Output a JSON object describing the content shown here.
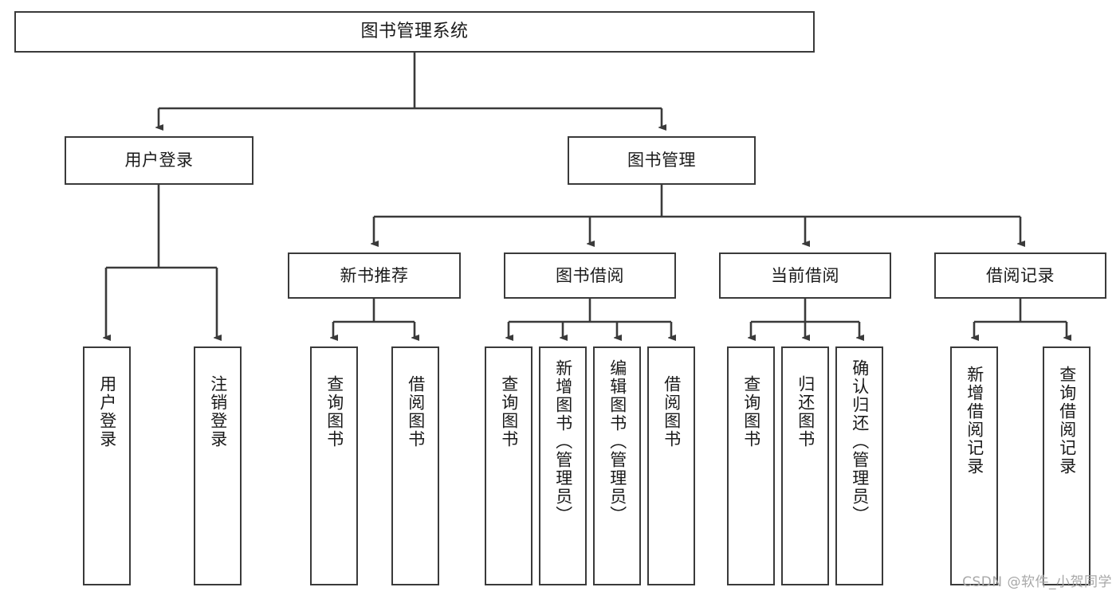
{
  "diagram": {
    "title": "图书管理系统",
    "type": "hierarchy-tree",
    "orientation": "top-down",
    "levels": 4,
    "colors": {
      "background": "#ffffff",
      "node_fill": "#ffffff",
      "node_border": "#3a3a3a",
      "edge": "#3a3a3a",
      "text": "#1a1a1a",
      "watermark": "#a8a8a8"
    }
  },
  "root": {
    "label": "图书管理系统"
  },
  "level1": [
    {
      "id": "user-login",
      "label": "用户登录"
    },
    {
      "id": "book-management",
      "label": "图书管理"
    }
  ],
  "level2": [
    {
      "id": "new-book-recommend",
      "label": "新书推荐",
      "parent": "book-management"
    },
    {
      "id": "book-borrow",
      "label": "图书借阅",
      "parent": "book-management"
    },
    {
      "id": "current-borrow",
      "label": "当前借阅",
      "parent": "book-management"
    },
    {
      "id": "borrow-record",
      "label": "借阅记录",
      "parent": "book-management"
    }
  ],
  "leaves": [
    {
      "id": "leaf-user-login",
      "label": "用户登录",
      "parent": "user-login"
    },
    {
      "id": "leaf-user-logout",
      "label": "注销登录",
      "parent": "user-login"
    },
    {
      "id": "leaf-query-book-1",
      "label": "查询图书",
      "parent": "new-book-recommend"
    },
    {
      "id": "leaf-borrow-book-1",
      "label": "借阅图书",
      "parent": "new-book-recommend"
    },
    {
      "id": "leaf-query-book-2",
      "label": "查询图书",
      "parent": "book-borrow"
    },
    {
      "id": "leaf-add-book",
      "label": "新增图书（管理员）",
      "parent": "book-borrow"
    },
    {
      "id": "leaf-edit-book",
      "label": "编辑图书（管理员）",
      "parent": "book-borrow"
    },
    {
      "id": "leaf-borrow-book-2",
      "label": "借阅图书",
      "parent": "book-borrow"
    },
    {
      "id": "leaf-query-book-3",
      "label": "查询图书",
      "parent": "current-borrow"
    },
    {
      "id": "leaf-return-book",
      "label": "归还图书",
      "parent": "current-borrow"
    },
    {
      "id": "leaf-confirm-return",
      "label": "确认归还（管理员）",
      "parent": "current-borrow"
    },
    {
      "id": "leaf-add-borrow-record",
      "label": "新增借阅记录",
      "parent": "borrow-record"
    },
    {
      "id": "leaf-query-borrow-record",
      "label": "查询借阅记录",
      "parent": "borrow-record"
    }
  ],
  "watermark": {
    "text": "CSDN @软件_小贺同学"
  }
}
